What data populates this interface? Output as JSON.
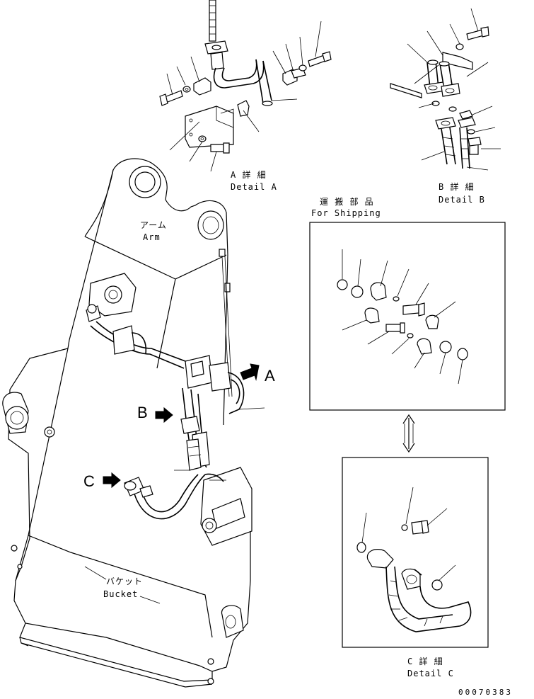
{
  "labels": {
    "arm_jp": "アーム",
    "arm_en": "Arm",
    "bucket_jp": "バケット",
    "bucket_en": "Bucket",
    "detail_a_jp": "A 詳 細",
    "detail_a_en": "Detail A",
    "detail_b_jp": "B 詳 細",
    "detail_b_en": "Detail B",
    "detail_c_jp": "C 詳 細",
    "detail_c_en": "Detail C",
    "shipping_jp": "運 搬 部 品",
    "shipping_en": "For Shipping"
  },
  "callouts": {
    "a": "A",
    "b": "B",
    "c": "C"
  },
  "document_number": "00070383"
}
